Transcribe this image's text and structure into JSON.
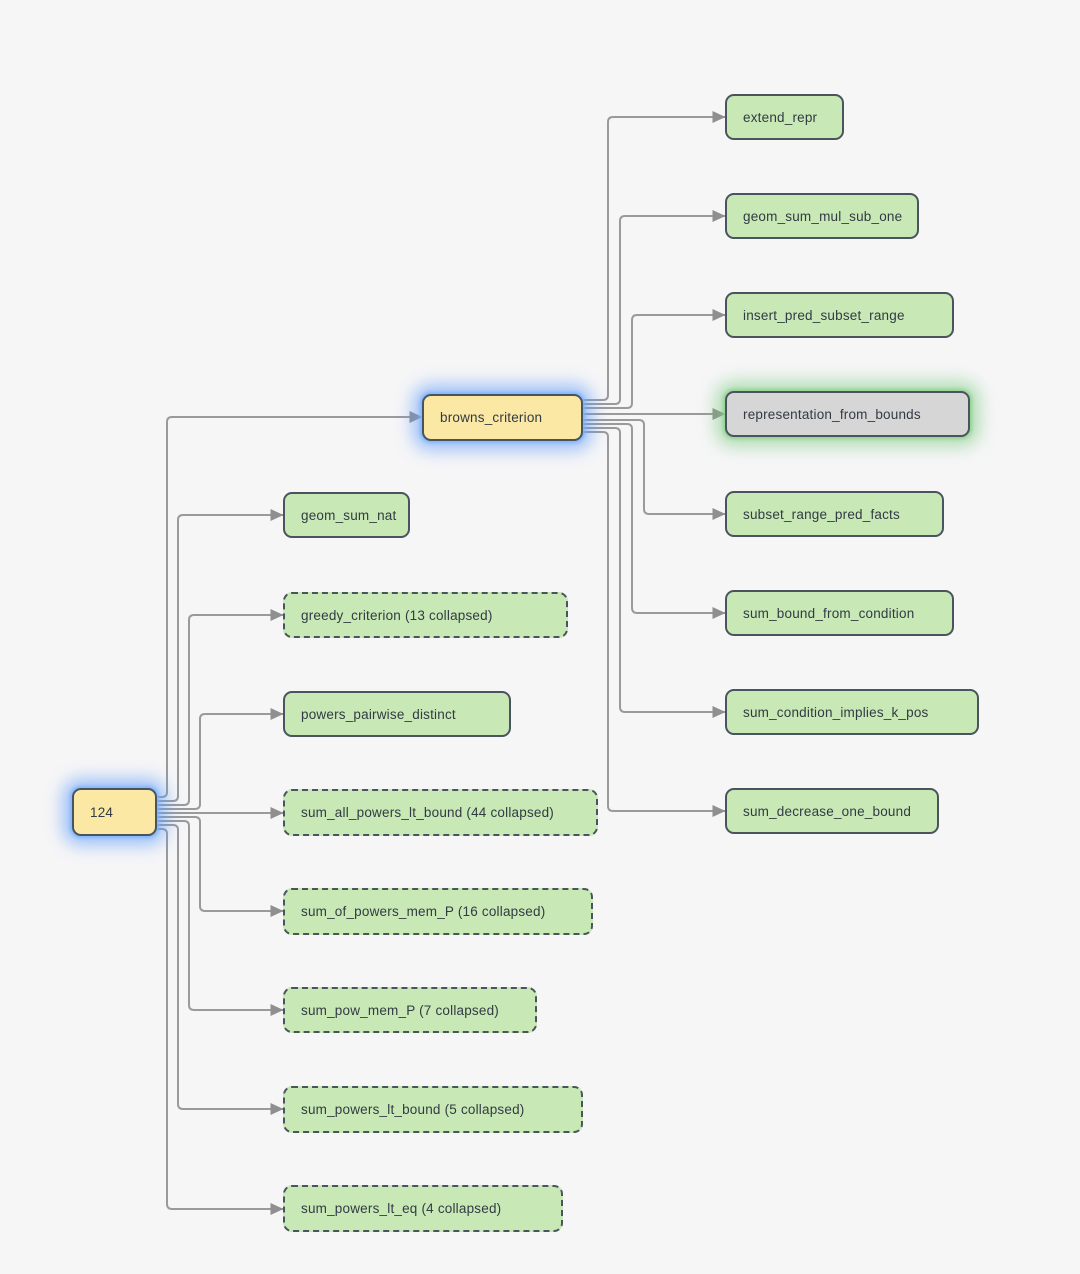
{
  "diagram": {
    "kind": "dependency-tree",
    "background": "#f6f6f7",
    "edge_color": "#9a9a9a",
    "colors": {
      "node_green": "#c8e9b6",
      "node_yellow": "#fae8a4",
      "node_gray": "#d6d6d6",
      "node_border": "#4a545e",
      "glow_blue": "#5f9bfa",
      "glow_green": "#73c878",
      "text": "#323a43"
    },
    "nodes": {
      "root": {
        "label": "124",
        "state": "selected"
      },
      "browns_criterion": {
        "label": "browns_criterion",
        "state": "selected"
      },
      "extend_repr": {
        "label": "extend_repr",
        "state": "normal"
      },
      "geom_sum_mul_sub_one": {
        "label": "geom_sum_mul_sub_one",
        "state": "normal"
      },
      "insert_pred_subset_range": {
        "label": "insert_pred_subset_range",
        "state": "normal"
      },
      "representation_from_bounds": {
        "label": "representation_from_bounds",
        "state": "gray-highlighted"
      },
      "subset_range_pred_facts": {
        "label": "subset_range_pred_facts",
        "state": "normal"
      },
      "sum_bound_from_condition": {
        "label": "sum_bound_from_condition",
        "state": "normal"
      },
      "sum_condition_implies_k_pos": {
        "label": "sum_condition_implies_k_pos",
        "state": "normal"
      },
      "sum_decrease_one_bound": {
        "label": "sum_decrease_one_bound",
        "state": "normal"
      },
      "geom_sum_nat": {
        "label": "geom_sum_nat",
        "state": "normal"
      },
      "greedy_criterion": {
        "label": "greedy_criterion (13 collapsed)",
        "collapsed_count": 13,
        "state": "collapsed"
      },
      "powers_pairwise_distinct": {
        "label": "powers_pairwise_distinct",
        "state": "normal"
      },
      "sum_all_powers_lt_bound": {
        "label": "sum_all_powers_lt_bound (44 collapsed)",
        "collapsed_count": 44,
        "state": "collapsed"
      },
      "sum_of_powers_mem_P": {
        "label": "sum_of_powers_mem_P (16 collapsed)",
        "collapsed_count": 16,
        "state": "collapsed"
      },
      "sum_pow_mem_P": {
        "label": "sum_pow_mem_P (7 collapsed)",
        "collapsed_count": 7,
        "state": "collapsed"
      },
      "sum_powers_lt_bound": {
        "label": "sum_powers_lt_bound (5 collapsed)",
        "collapsed_count": 5,
        "state": "collapsed"
      },
      "sum_powers_lt_eq": {
        "label": "sum_powers_lt_eq (4 collapsed)",
        "collapsed_count": 4,
        "state": "collapsed"
      }
    },
    "edges": [
      {
        "from": "124",
        "to": "browns_criterion"
      },
      {
        "from": "124",
        "to": "geom_sum_nat"
      },
      {
        "from": "124",
        "to": "greedy_criterion"
      },
      {
        "from": "124",
        "to": "powers_pairwise_distinct"
      },
      {
        "from": "124",
        "to": "sum_all_powers_lt_bound"
      },
      {
        "from": "124",
        "to": "sum_of_powers_mem_P"
      },
      {
        "from": "124",
        "to": "sum_pow_mem_P"
      },
      {
        "from": "124",
        "to": "sum_powers_lt_bound"
      },
      {
        "from": "124",
        "to": "sum_powers_lt_eq"
      },
      {
        "from": "browns_criterion",
        "to": "extend_repr"
      },
      {
        "from": "browns_criterion",
        "to": "geom_sum_mul_sub_one"
      },
      {
        "from": "browns_criterion",
        "to": "insert_pred_subset_range"
      },
      {
        "from": "browns_criterion",
        "to": "representation_from_bounds"
      },
      {
        "from": "browns_criterion",
        "to": "subset_range_pred_facts"
      },
      {
        "from": "browns_criterion",
        "to": "sum_bound_from_condition"
      },
      {
        "from": "browns_criterion",
        "to": "sum_condition_implies_k_pos"
      },
      {
        "from": "browns_criterion",
        "to": "sum_decrease_one_bound"
      }
    ]
  }
}
